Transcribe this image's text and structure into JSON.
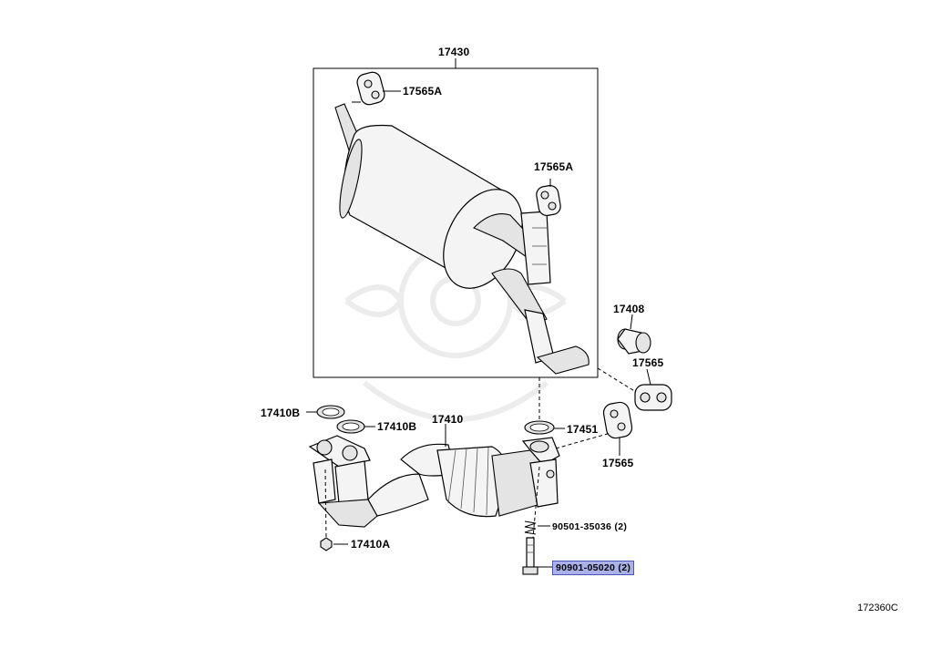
{
  "diagram": {
    "callouts": {
      "p17430": "17430",
      "p17565A_top": "17565A",
      "p17565A_mid": "17565A",
      "p17408": "17408",
      "p17565_upper": "17565",
      "p17565_lower": "17565",
      "p17410B_left": "17410B",
      "p17410B_right": "17410B",
      "p17410": "17410",
      "p17451": "17451",
      "p90501": "90501-35036 (2)",
      "p90901": "90901-05020 (2)",
      "p17410A": "17410A"
    },
    "highlight_color": "#a9b1e8",
    "diagram_code": "172360C"
  }
}
